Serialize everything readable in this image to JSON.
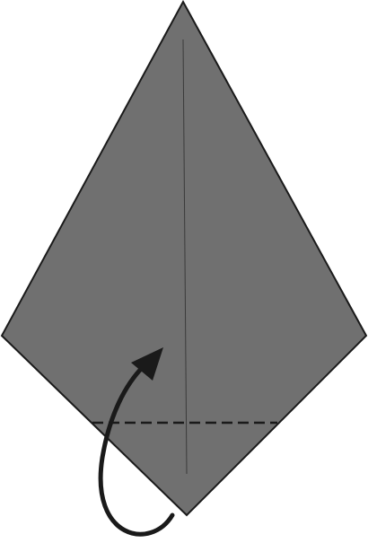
{
  "diagram": {
    "type": "origami-fold-step",
    "shape": "kite",
    "colors": {
      "background": "#ffffff",
      "paper_fill": "#707070",
      "paper_stroke": "#1a1a1a",
      "crease": "#3a3a3a",
      "valley_fold_line": "#1a1a1a",
      "arrow": "#1a1a1a"
    },
    "elements": [
      {
        "name": "paper-kite",
        "kind": "paper"
      },
      {
        "name": "center-crease-line",
        "kind": "existing-crease"
      },
      {
        "name": "valley-fold-line",
        "kind": "fold-line",
        "style": "dashed"
      },
      {
        "name": "fold-arrow",
        "kind": "arrow",
        "direction": "fold-up-behind"
      }
    ]
  }
}
